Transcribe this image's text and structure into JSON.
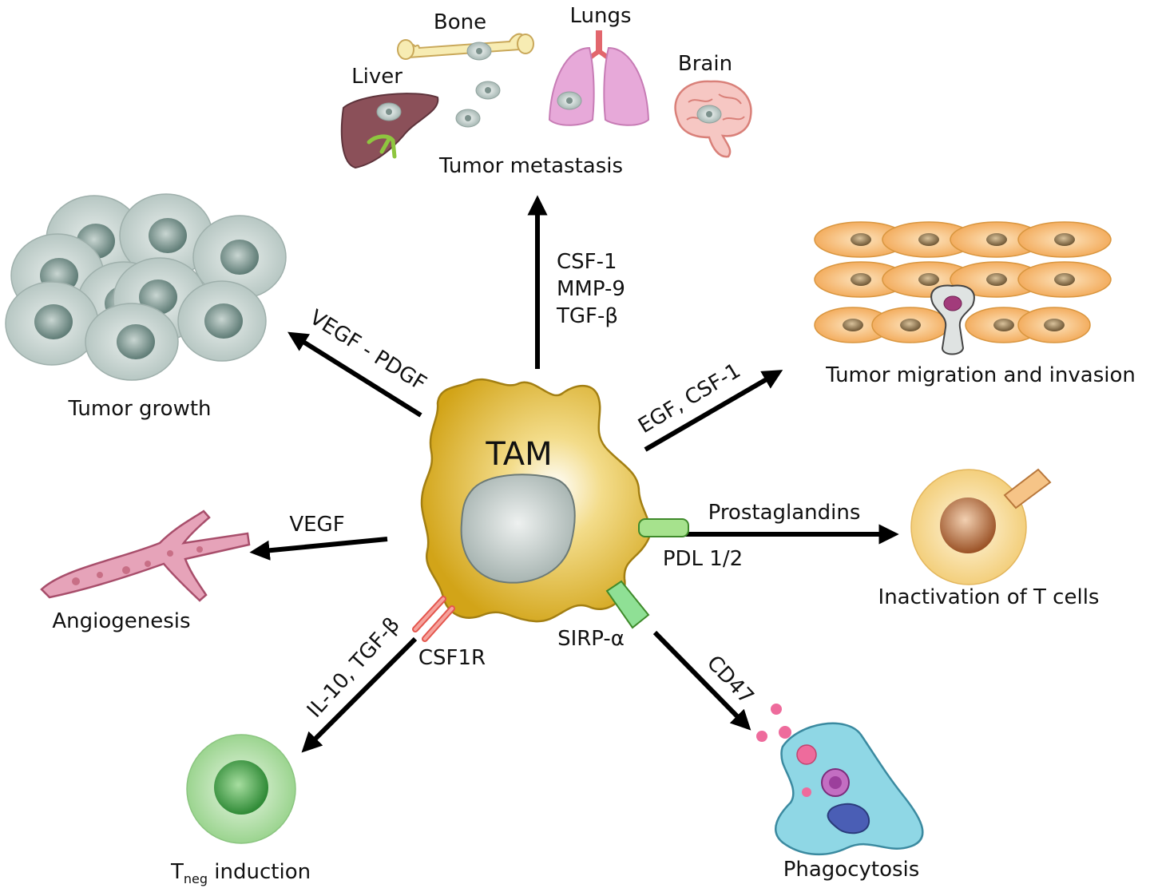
{
  "center": {
    "label": "TAM"
  },
  "outcomes": {
    "metastasis": "Tumor metastasis",
    "growth": "Tumor growth",
    "migration": "Tumor migration and invasion",
    "angiogenesis": "Angiogenesis",
    "tcell": "Inactivation of T cells",
    "phagocytosis": "Phagocytosis",
    "treg_main": "T",
    "treg_sub": "neg",
    "treg_rest": " induction"
  },
  "organs": {
    "bone": "Bone",
    "lungs": "Lungs",
    "liver": "Liver",
    "brain": "Brain"
  },
  "mediators": {
    "up_1": "CSF-1",
    "up_2": "MMP-9",
    "up_3": "TGF-β",
    "growth": "VEGF - PDGF",
    "migration": "EGF, CSF-1",
    "angiogenesis": "VEGF",
    "tcell": "Prostaglandins",
    "treg": "IL-10, TGF-β",
    "phago": "CD47"
  },
  "receptors": {
    "pdl": "PDL 1/2",
    "csf1r": "CSF1R",
    "sirp": "SIRP-α"
  }
}
